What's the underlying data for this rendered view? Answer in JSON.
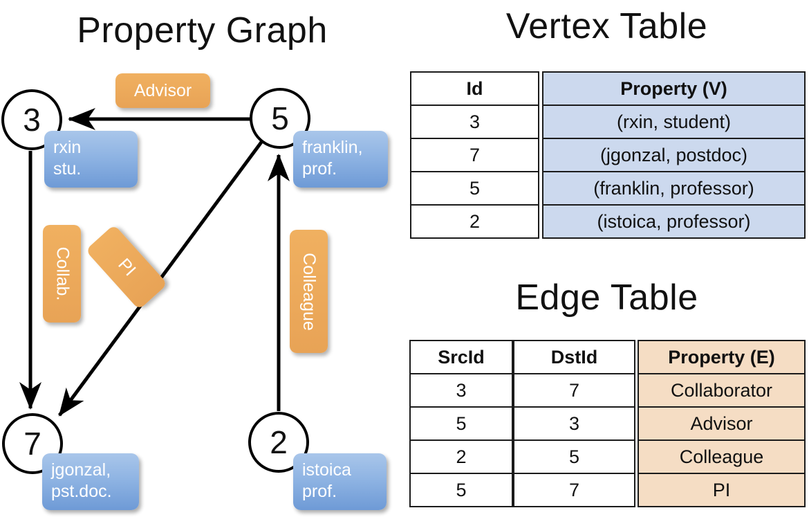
{
  "titles": {
    "property_graph": "Property Graph",
    "vertex_table": "Vertex Table",
    "edge_table": "Edge Table"
  },
  "graph": {
    "nodes": [
      {
        "id": "3",
        "property": "rxin\nstu."
      },
      {
        "id": "5",
        "property": "franklin,\nprof."
      },
      {
        "id": "7",
        "property": "jgonzal,\npst.doc."
      },
      {
        "id": "2",
        "property": "istoica\nprof."
      }
    ],
    "node_labels": {
      "n3": "3",
      "n5": "5",
      "n7": "7",
      "n2": "2"
    },
    "property_boxes": {
      "rxin_line1": "rxin",
      "rxin_line2": "stu.",
      "franklin_line1": "franklin,",
      "franklin_line2": "prof.",
      "jgonzal_line1": "jgonzal,",
      "jgonzal_line2": "pst.doc.",
      "istoica_line1": "istoica",
      "istoica_line2": "prof."
    },
    "edge_labels": {
      "advisor": "Advisor",
      "collab": "Collab.",
      "pi": "PI",
      "colleague": "Colleague"
    },
    "edges": [
      {
        "src": "5",
        "dst": "3",
        "label": "Advisor"
      },
      {
        "src": "3",
        "dst": "7",
        "label": "Collab."
      },
      {
        "src": "5",
        "dst": "7",
        "label": "PI"
      },
      {
        "src": "2",
        "dst": "5",
        "label": "Colleague"
      }
    ]
  },
  "vertex_table": {
    "headers": {
      "id": "Id",
      "property": "Property (V)"
    },
    "rows": [
      {
        "id": "3",
        "property": "(rxin, student)"
      },
      {
        "id": "7",
        "property": "(jgonzal, postdoc)"
      },
      {
        "id": "5",
        "property": "(franklin, professor)"
      },
      {
        "id": "2",
        "property": "(istoica, professor)"
      }
    ]
  },
  "edge_table": {
    "headers": {
      "src": "SrcId",
      "dst": "DstId",
      "property": "Property (E)"
    },
    "rows": [
      {
        "src": "3",
        "dst": "7",
        "property": "Collaborator"
      },
      {
        "src": "5",
        "dst": "3",
        "property": "Advisor"
      },
      {
        "src": "2",
        "dst": "5",
        "property": "Colleague"
      },
      {
        "src": "5",
        "dst": "7",
        "property": "PI"
      }
    ]
  },
  "colors": {
    "vertex_header_fill": "#ccd9ee",
    "edge_header_fill": "#f5ddc4",
    "node_box_blue": "#8fb4e3",
    "edge_label_orange": "#edab5c",
    "stroke": "#000000"
  }
}
